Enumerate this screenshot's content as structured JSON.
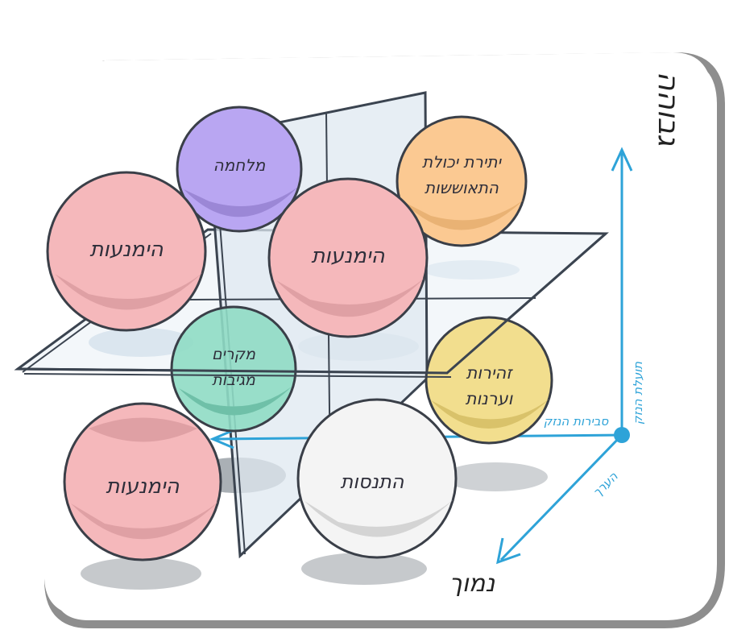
{
  "axes": {
    "vertical_label": "גבוהה",
    "depth_label": "נמוך",
    "vertical_axis_caption": "תועלת הנזק",
    "horizontal_axis_caption": "סבירות הנזק",
    "depth_axis_caption": "הערך"
  },
  "spheres": [
    {
      "id": "war",
      "lines": [
        "מלחמה"
      ],
      "color": "#b9a6f2"
    },
    {
      "id": "high-ability",
      "lines": [
        "יתירת יכולת",
        "התאוששות"
      ],
      "color": "#fbc992"
    },
    {
      "id": "avoid-left",
      "lines": [
        "הימנעות"
      ],
      "color": "#f5b8bb"
    },
    {
      "id": "avoid-center",
      "lines": [
        "הימנעות"
      ],
      "color": "#f5b8bb"
    },
    {
      "id": "neg-cases",
      "lines": [
        "מקרים",
        "מגיבות"
      ],
      "color": "#8fdcc4"
    },
    {
      "id": "caution",
      "lines": [
        "זהירות",
        "וערנות"
      ],
      "color": "#f2de8e"
    },
    {
      "id": "avoid-bottom",
      "lines": [
        "הימנעות"
      ],
      "color": "#f5b8bb"
    },
    {
      "id": "experience",
      "lines": [
        "התנסות"
      ],
      "color": "#f4f4f4"
    }
  ],
  "colors": {
    "frame": "#8a8a8a",
    "plane": "#dfe8f0",
    "plane_edge": "#3b4450",
    "axis": "#2ea3d8",
    "outline": "#3a3f48",
    "shadow": "#c6c9cc"
  }
}
